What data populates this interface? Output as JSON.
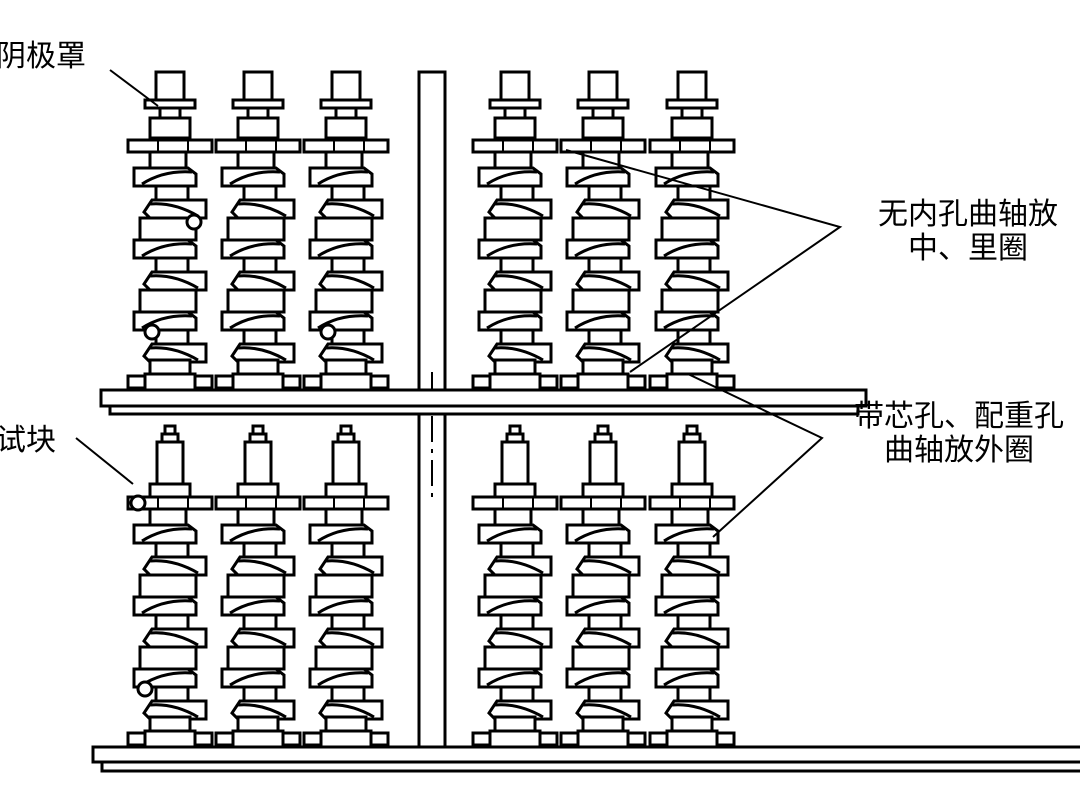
{
  "diagram": {
    "title": "",
    "labels": {
      "cathode_cover": "阴极罩",
      "test_block": "试块",
      "inner_label_line1": "无内孔曲轴放",
      "inner_label_line2": "中、里圈",
      "outer_label_line1": "带芯孔、配重孔",
      "outer_label_line2": "曲轴放外圈"
    },
    "tiers": [
      {
        "name": "upper-tier",
        "top_fixture": "cathode-cover",
        "crankshafts": [
          {
            "id": "u1",
            "group": "left",
            "test_blocks": [
              "middle",
              "lower"
            ]
          },
          {
            "id": "u2",
            "group": "left",
            "test_blocks": []
          },
          {
            "id": "u3",
            "group": "left",
            "test_blocks": [
              "lower"
            ]
          },
          {
            "id": "u4",
            "group": "right",
            "test_blocks": []
          },
          {
            "id": "u5",
            "group": "right",
            "test_blocks": []
          },
          {
            "id": "u6",
            "group": "right",
            "test_blocks": []
          }
        ]
      },
      {
        "name": "lower-tier",
        "top_fixture": "shaft-end",
        "crankshafts": [
          {
            "id": "l1",
            "group": "left",
            "test_blocks": [
              "top",
              "bottom"
            ]
          },
          {
            "id": "l2",
            "group": "left",
            "test_blocks": []
          },
          {
            "id": "l3",
            "group": "left",
            "test_blocks": []
          },
          {
            "id": "l4",
            "group": "right",
            "test_blocks": []
          },
          {
            "id": "l5",
            "group": "right",
            "test_blocks": []
          },
          {
            "id": "l6",
            "group": "right",
            "test_blocks": []
          }
        ]
      }
    ]
  }
}
